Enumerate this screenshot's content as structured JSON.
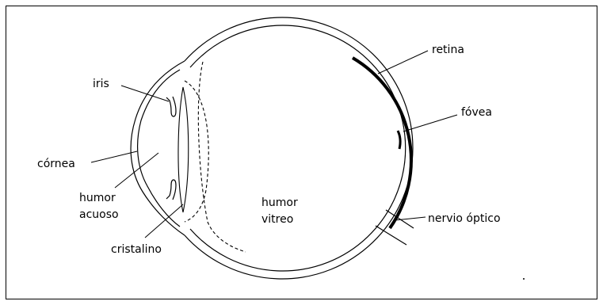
{
  "labels": {
    "iris": "iris",
    "cornea": "córnea",
    "humor_acuoso_line1": "humor",
    "humor_acuoso_line2": "acuoso",
    "cristalino": "cristalino",
    "humor_vitreo_line1": "humor",
    "humor_vitreo_line2": "vitreo",
    "retina": "retina",
    "fovea": "fóvea",
    "nervio_optico": "nervio óptico"
  },
  "colors": {
    "line": "#000000",
    "background": "#ffffff"
  }
}
